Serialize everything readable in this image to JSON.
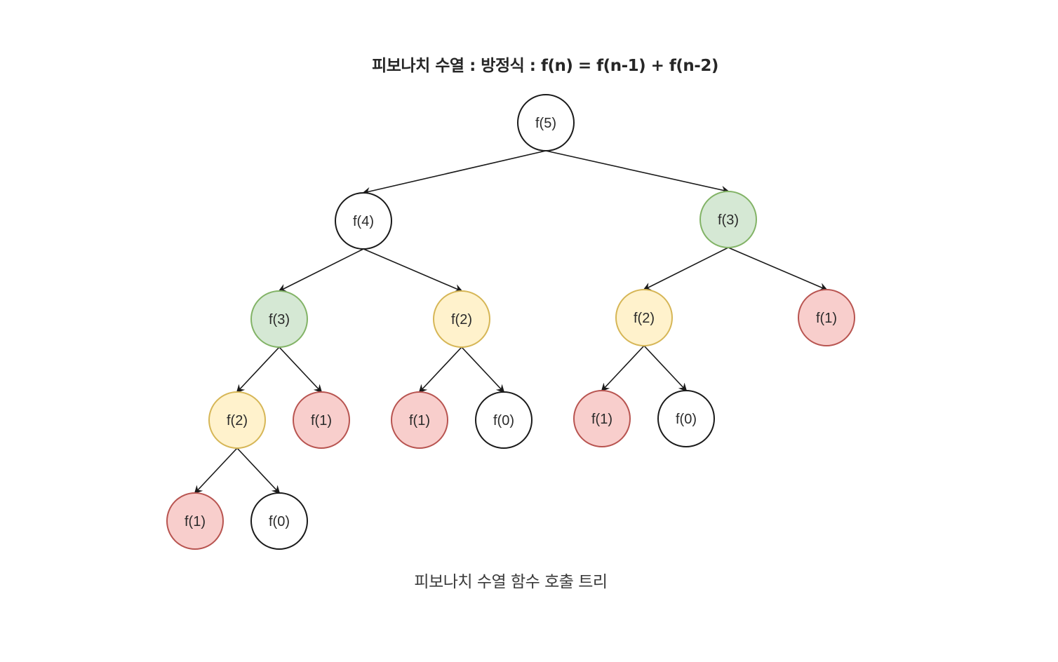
{
  "title": "피보나치 수열 :  방정식 : f(n) = f(n-1) + f(n-2)",
  "caption": "피보나치 수열 함수 호출 트리",
  "colors": {
    "plain_fill": "#ffffff",
    "plain_stroke": "#1a1a1a",
    "green_fill": "#d5e8d4",
    "green_stroke": "#82b366",
    "yellow_fill": "#fff2cc",
    "yellow_stroke": "#d6b656",
    "red_fill": "#f8cecc",
    "red_stroke": "#b85450",
    "edge": "#1a1a1a"
  },
  "nodes": [
    {
      "id": "n1",
      "label": "f(5)",
      "style": "plain"
    },
    {
      "id": "n2",
      "label": "f(4)",
      "style": "plain"
    },
    {
      "id": "n3",
      "label": "f(3)",
      "style": "green"
    },
    {
      "id": "n4",
      "label": "f(3)",
      "style": "green"
    },
    {
      "id": "n5",
      "label": "f(2)",
      "style": "yellow"
    },
    {
      "id": "n6",
      "label": "f(2)",
      "style": "yellow"
    },
    {
      "id": "n7",
      "label": "f(1)",
      "style": "red"
    },
    {
      "id": "n8",
      "label": "f(2)",
      "style": "yellow"
    },
    {
      "id": "n9",
      "label": "f(1)",
      "style": "red"
    },
    {
      "id": "n10",
      "label": "f(1)",
      "style": "red"
    },
    {
      "id": "n11",
      "label": "f(0)",
      "style": "plain"
    },
    {
      "id": "n12",
      "label": "f(1)",
      "style": "red"
    },
    {
      "id": "n13",
      "label": "f(0)",
      "style": "plain"
    },
    {
      "id": "n14",
      "label": "f(1)",
      "style": "red"
    },
    {
      "id": "n15",
      "label": "f(0)",
      "style": "plain"
    }
  ],
  "edges": [
    [
      "n1",
      "n2"
    ],
    [
      "n1",
      "n3"
    ],
    [
      "n2",
      "n4"
    ],
    [
      "n2",
      "n5"
    ],
    [
      "n3",
      "n6"
    ],
    [
      "n3",
      "n7"
    ],
    [
      "n4",
      "n8"
    ],
    [
      "n4",
      "n9"
    ],
    [
      "n5",
      "n10"
    ],
    [
      "n5",
      "n11"
    ],
    [
      "n6",
      "n12"
    ],
    [
      "n6",
      "n13"
    ],
    [
      "n8",
      "n14"
    ],
    [
      "n8",
      "n15"
    ]
  ]
}
